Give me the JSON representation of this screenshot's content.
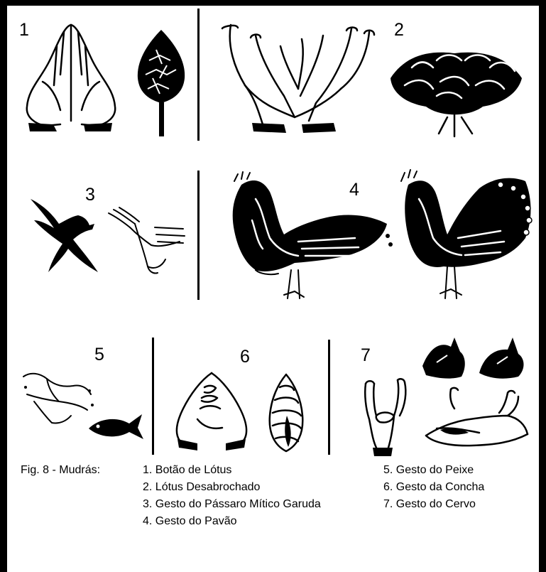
{
  "figure": {
    "numbers": [
      "1",
      "2",
      "3",
      "4",
      "5",
      "6",
      "7"
    ],
    "caption_prefix": "Fig. 8 - Mudrás:",
    "legend": [
      "1. Botão de Lótus",
      "2. Lótus Desabrochado",
      "3. Gesto do Pássaro Mítico Garuda",
      "4. Gesto do Pavão",
      "5. Gesto do Peixe",
      "6. Gesto da Concha",
      "7. Gesto do Cervo"
    ]
  },
  "illustrations": [
    {
      "name": "hands-lotus-bud-icon"
    },
    {
      "name": "lotus-bud-icon"
    },
    {
      "name": "hands-open-lotus-icon"
    },
    {
      "name": "open-lotus-flower-icon"
    },
    {
      "name": "garuda-bird-icon"
    },
    {
      "name": "hands-garuda-icon"
    },
    {
      "name": "peacock-hand-icon"
    },
    {
      "name": "peacock-fan-icon"
    },
    {
      "name": "hands-fish-icon"
    },
    {
      "name": "fish-icon"
    },
    {
      "name": "hands-conch-icon"
    },
    {
      "name": "conch-shell-icon"
    },
    {
      "name": "hand-deer-icon"
    },
    {
      "name": "deer-head-icon"
    },
    {
      "name": "hand-deer-flat-icon"
    }
  ]
}
